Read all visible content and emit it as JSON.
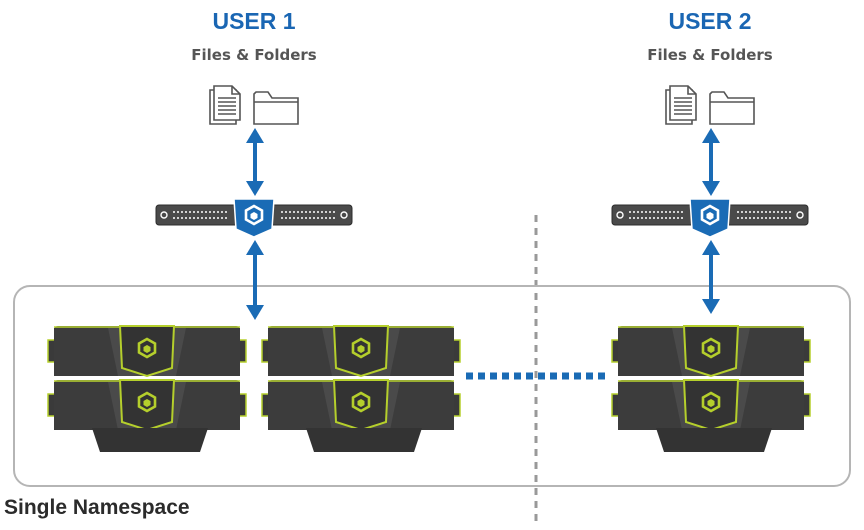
{
  "users": [
    {
      "title": "USER 1",
      "subtitle": "Files & Folders"
    },
    {
      "title": "USER 2",
      "subtitle": "Files & Folders"
    }
  ],
  "namespace_label": "Single Namespace",
  "icons": {
    "document": "document-icon",
    "folder": "folder-icon",
    "gateway": "gateway-appliance",
    "storage": "storage-node"
  },
  "colors": {
    "title_blue": "#1a66b3",
    "arrow_blue": "#1a6bb5",
    "accent_green": "#b5cf2c",
    "device_dark": "#3a3a3a",
    "panel_border": "#b5b5b5",
    "divider_gray": "#999999"
  }
}
